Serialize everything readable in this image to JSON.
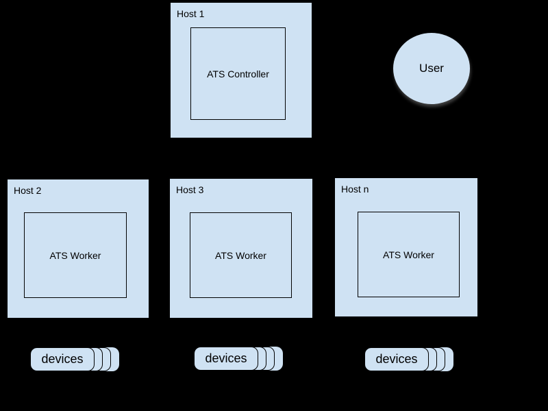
{
  "diagram": {
    "colors": {
      "background": "#000000",
      "node_fill": "#cfe2f3",
      "node_stroke": "#000000",
      "text": "#000000"
    },
    "hosts": [
      {
        "label": "Host 1",
        "component": "ATS Controller"
      },
      {
        "label": "Host 2",
        "component": "ATS Worker"
      },
      {
        "label": "Host 3",
        "component": "ATS Worker"
      },
      {
        "label": "Host n",
        "component": "ATS Worker"
      }
    ],
    "actor": {
      "label": "User"
    },
    "device_stacks": [
      {
        "label": "devices"
      },
      {
        "label": "devices"
      },
      {
        "label": "devices"
      }
    ]
  }
}
